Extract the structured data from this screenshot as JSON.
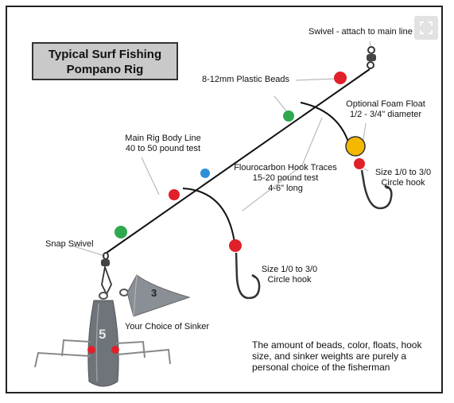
{
  "title": {
    "line1": "Typical Surf Fishing",
    "line2": "Pompano Rig"
  },
  "labels": {
    "swivel": "Swivel - attach to main line",
    "beads": "8-12mm Plastic Beads",
    "float_line1": "Optional Foam Float",
    "float_line2": "1/2 - 3/4\" diameter",
    "body_line1": "Main Rig Body Line",
    "body_line2": "40 to 50 pound test",
    "traces_line1": "Flourocarbon Hook Traces",
    "traces_line2": "15-20 pound test",
    "traces_line3": "4-6\" long",
    "hook_top_line1": "Size 1/0 to 3/0",
    "hook_top_line2": "Circle hook",
    "snap_swivel": "Snap Swivel",
    "hook_bottom_line1": "Size 1/0 to 3/0",
    "hook_bottom_line2": "Circle hook",
    "sinker": "Your Choice of Sinker",
    "sinker_small_number": "3",
    "sinker_large_number": "5"
  },
  "note": "The amount of beads, color, floats, hook size, and sinker weights are purely a personal choice of the fisherman",
  "colors": {
    "red_bead": "#e0202a",
    "green_bead": "#2fa84f",
    "blue_bead": "#2f8fd8",
    "float": "#f5b800",
    "line": "#111111",
    "sinker": "#8a8f96"
  },
  "icons": {
    "expand": "expand-icon"
  }
}
